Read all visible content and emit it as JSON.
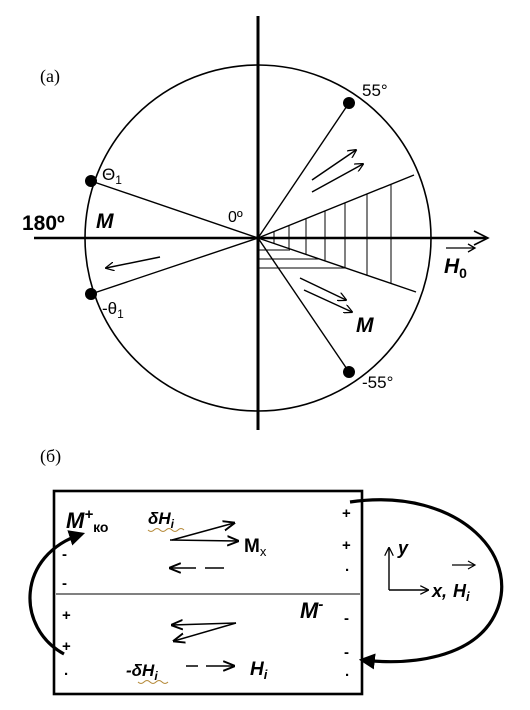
{
  "panel_a": {
    "label": "(a)",
    "angle_55": "55°",
    "angle_minus55": "-55°",
    "angle_0": "0º",
    "angle_180": "180º",
    "theta1": "Θ",
    "theta1_sub": "1",
    "minus_theta1": "-θ",
    "minus_theta1_sub": "1",
    "m_left": "M",
    "m_right": "M",
    "h0": "H",
    "h0_sub": "0"
  },
  "panel_b": {
    "label": "(б)",
    "m_plus": "M",
    "m_plus_sup": "+",
    "m_plus_sub": "ко",
    "delta_hi": "δH",
    "delta_hi_sub": "i",
    "mx": "M",
    "mx_sub": "x",
    "minus_delta_hi": "-δH",
    "minus_delta_hi_sub": "i",
    "hi": "H",
    "hi_sub": "i",
    "m_minus": "M",
    "m_minus_sup": "-",
    "axis_y": "y",
    "axis_x": "x,",
    "axis_h": "H",
    "axis_h_sub": "i",
    "charges": {
      "right_top_1": "+",
      "right_top_2": "+",
      "right_top_3": ".",
      "left_top_1": "-",
      "left_top_2": "-",
      "left_bottom_1": "+",
      "left_bottom_2": "+",
      "left_bottom_3": ".",
      "right_bottom_1": "-",
      "right_bottom_2": "-",
      "right_bottom_3": "."
    }
  }
}
